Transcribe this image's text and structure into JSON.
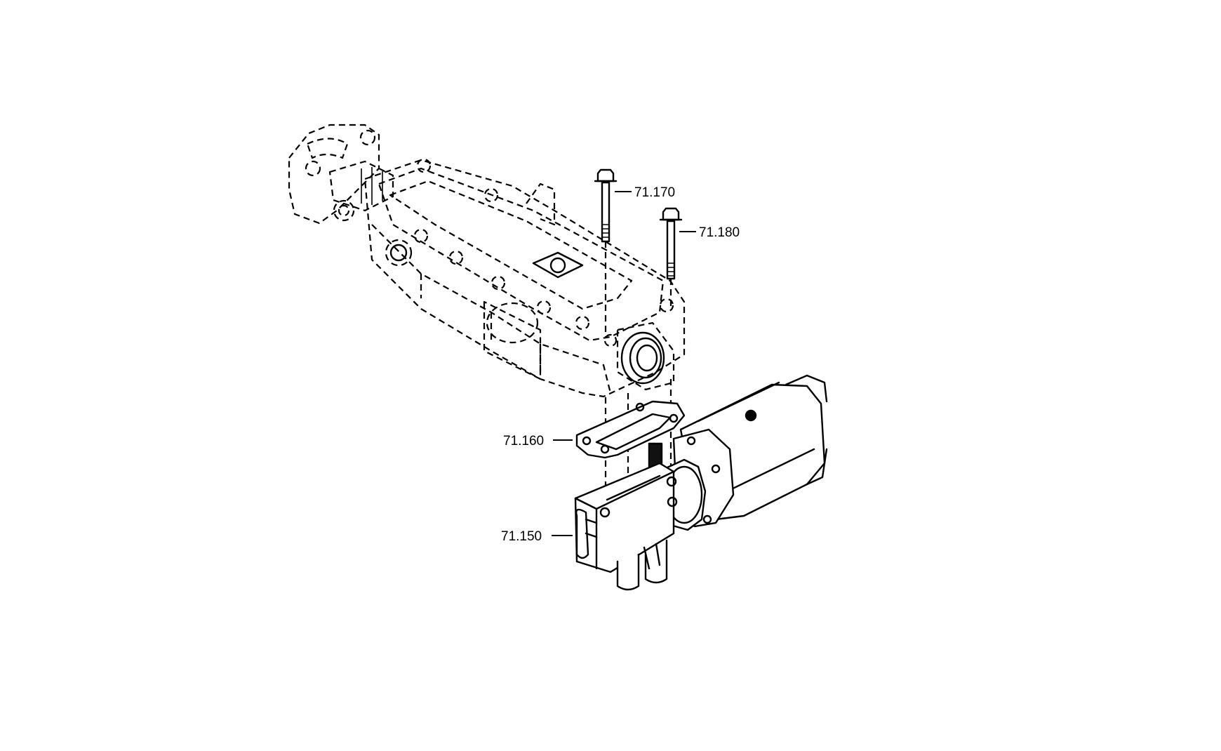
{
  "callouts": {
    "bolt_long": "71.170",
    "bolt_short": "71.180",
    "gasket": "71.160",
    "actuator_housing": "71.150"
  }
}
